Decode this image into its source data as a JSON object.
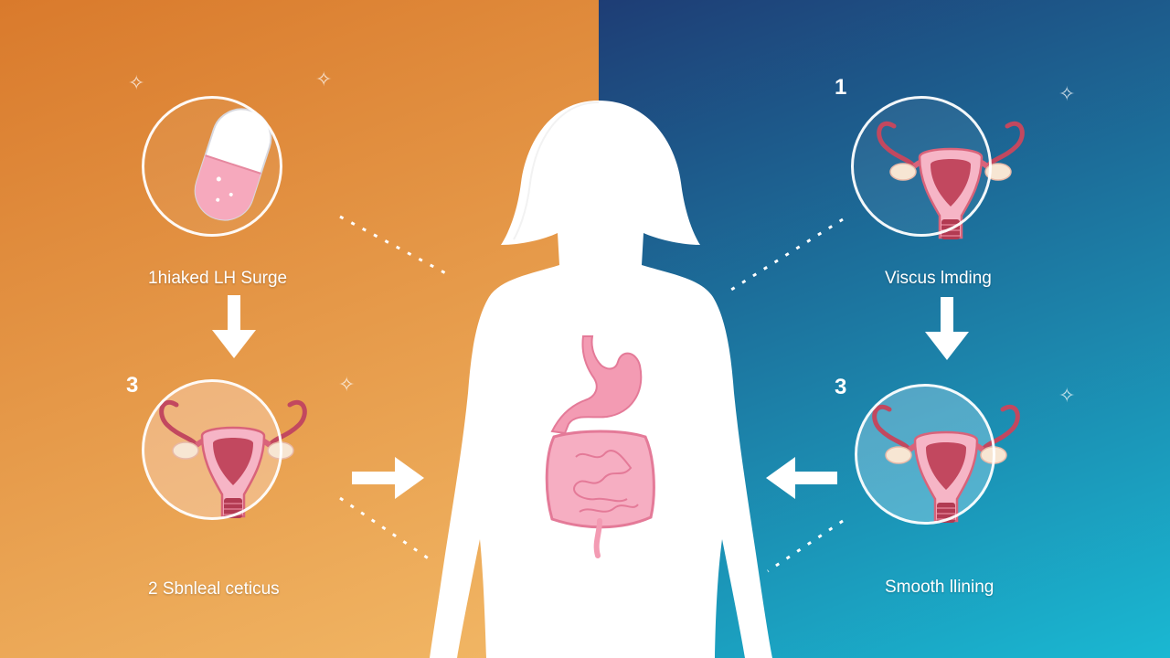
{
  "colors": {
    "left_gradient_start": "#d97a2c",
    "left_gradient_end": "#f2b866",
    "right_gradient_start": "#1e3d75",
    "right_gradient_end": "#1ab8d2",
    "organ_pink": "#f39bb3",
    "uterus_red": "#c2485f"
  },
  "left_panel": {
    "top_label": "1hiaked LH Surge",
    "mid_number": "3",
    "bottom_label": "2 Sbnleal ceticus"
  },
  "right_panel": {
    "top_number": "1",
    "top_label": "Viscus lmding",
    "mid_number": "3",
    "bottom_label": "Smooth llining"
  },
  "icons": [
    "pill-icon",
    "uterus-icon",
    "stomach-icon",
    "intestine-icon",
    "arrow-down-icon",
    "arrow-right-icon",
    "arrow-left-icon"
  ]
}
